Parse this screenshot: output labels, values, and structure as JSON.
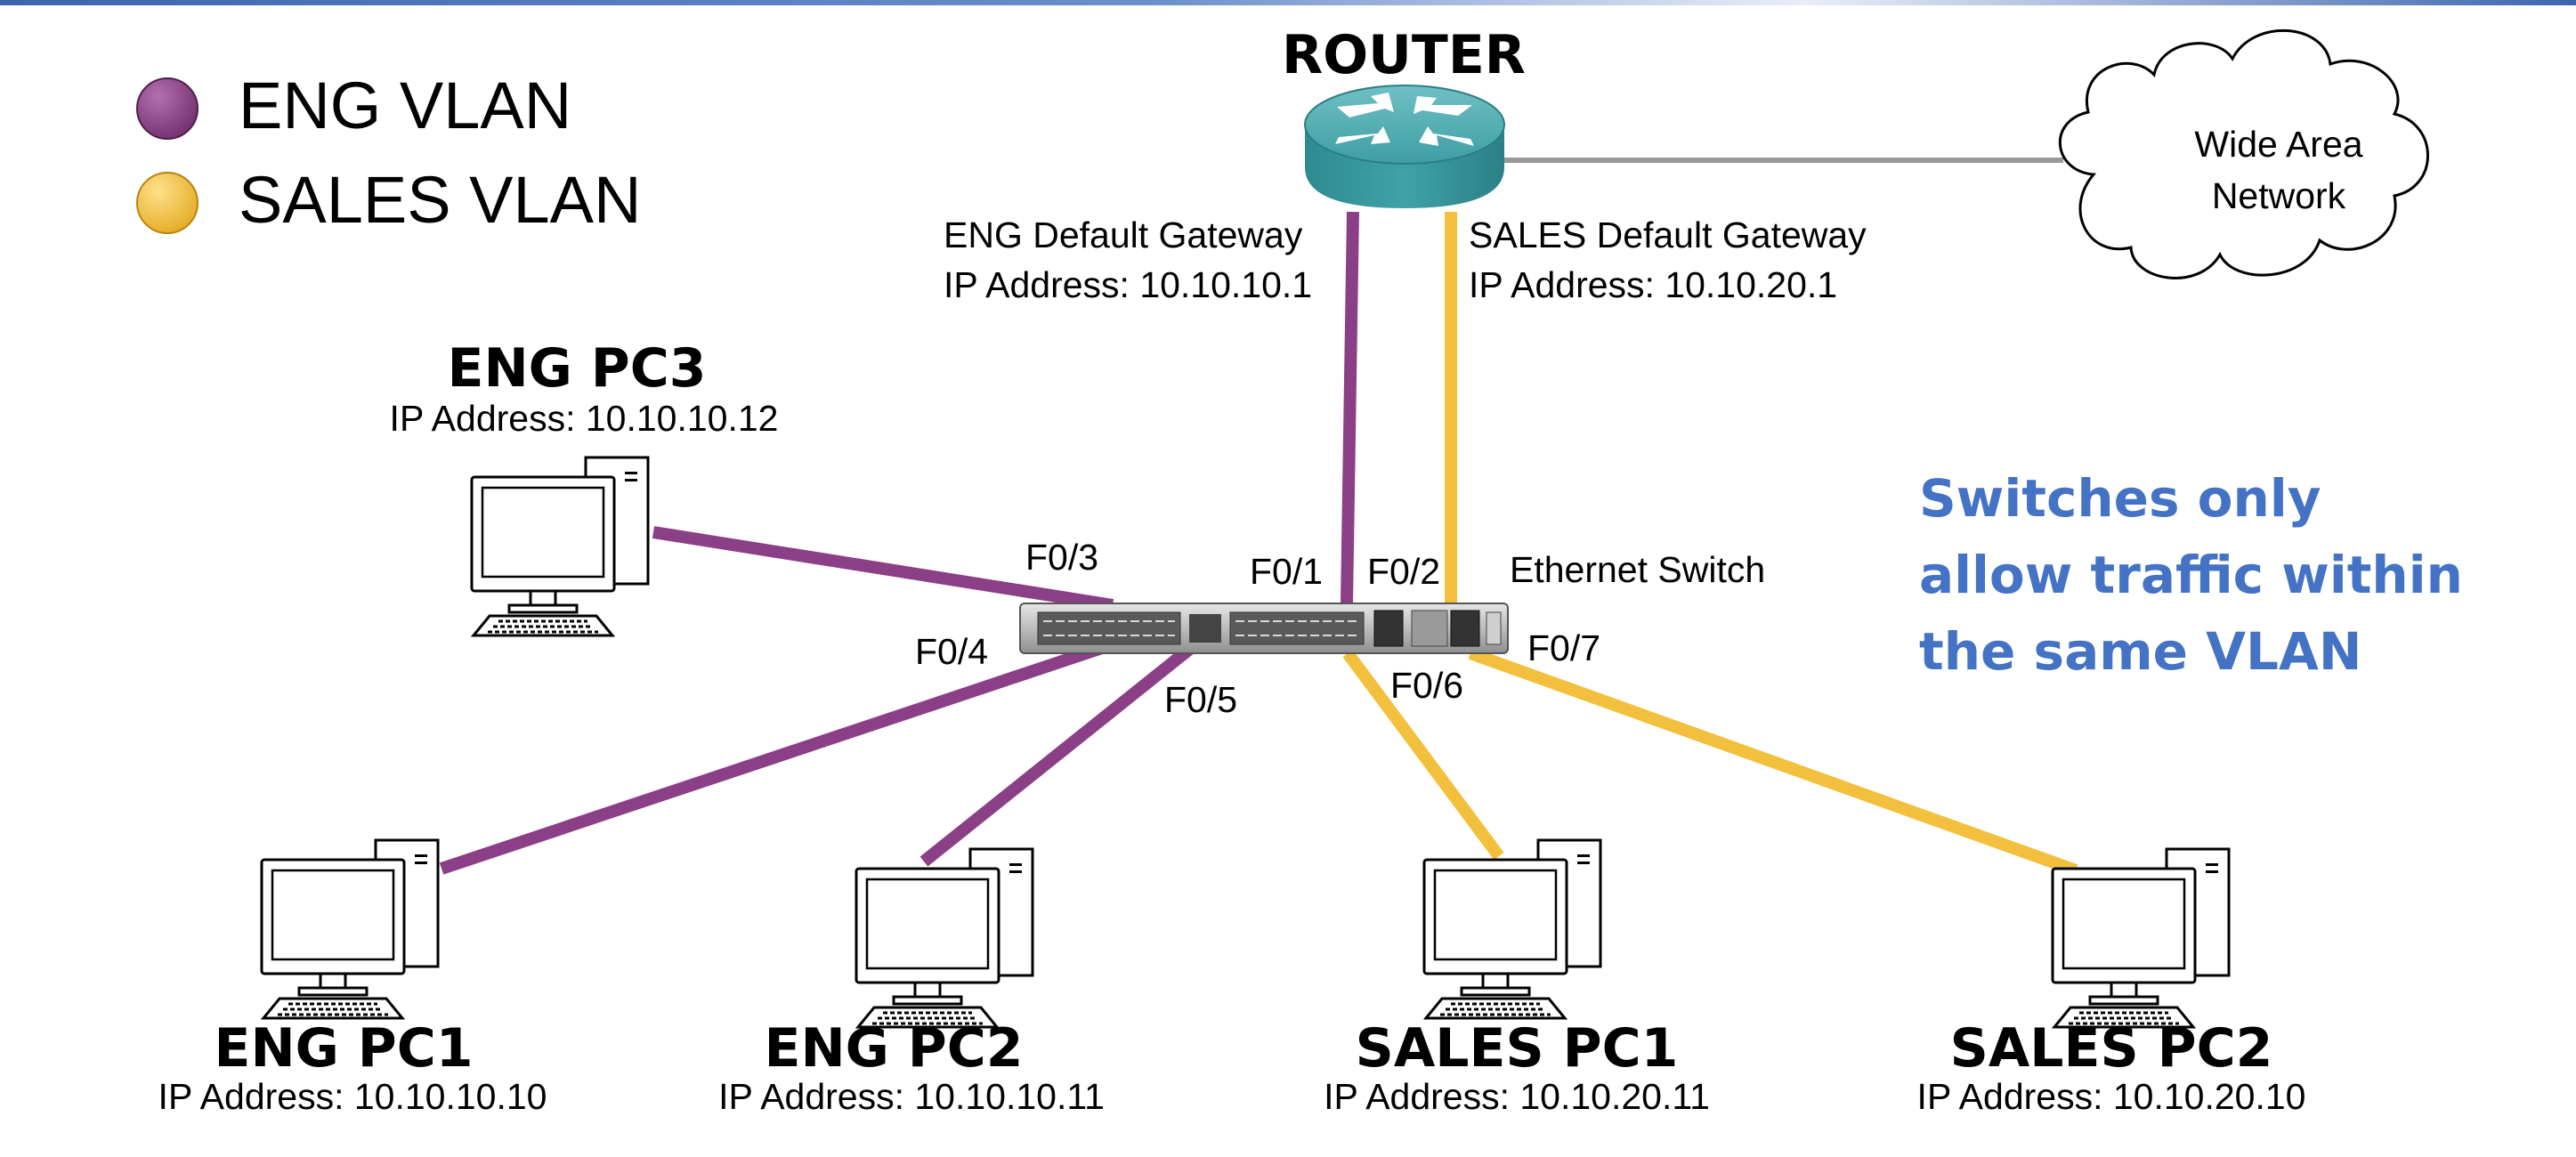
{
  "colors": {
    "eng_vlan": "#8B3F86",
    "sales_vlan": "#F2C03D",
    "note": "#4472C4",
    "top_bar": "#4A6FB5",
    "wan_link": "#999999"
  },
  "legend": {
    "items": [
      {
        "label": "ENG VLAN",
        "color": "#8B3F86"
      },
      {
        "label": "SALES VLAN",
        "color": "#F2C03D"
      }
    ]
  },
  "router": {
    "title": "ROUTER",
    "icon": "router-icon"
  },
  "wan": {
    "label_line1": "Wide Area",
    "label_line2": "Network",
    "icon": "cloud-icon"
  },
  "gateways": {
    "eng": {
      "line1": "ENG Default Gateway",
      "line2": "IP Address: 10.10.10.1"
    },
    "sales": {
      "line1": "SALES Default Gateway",
      "line2": "IP Address: 10.10.20.1"
    }
  },
  "switch": {
    "label": "Ethernet Switch",
    "icon": "switch-icon"
  },
  "ports": {
    "f01": "F0/1",
    "f02": "F0/2",
    "f03": "F0/3",
    "f04": "F0/4",
    "f05": "F0/5",
    "f06": "F0/6",
    "f07": "F0/7"
  },
  "pcs": {
    "eng_pc3": {
      "name": "ENG PC3",
      "ip": "IP Address: 10.10.10.12",
      "vlan": "eng"
    },
    "eng_pc1": {
      "name": "ENG PC1",
      "ip": "IP Address: 10.10.10.10",
      "vlan": "eng"
    },
    "eng_pc2": {
      "name": "ENG PC2",
      "ip": "IP Address: 10.10.10.11",
      "vlan": "eng"
    },
    "sales_pc1": {
      "name": "SALES PC1",
      "ip": "IP Address: 10.10.20.11",
      "vlan": "sales"
    },
    "sales_pc2": {
      "name": "SALES PC2",
      "ip": "IP Address: 10.10.20.10",
      "vlan": "sales"
    }
  },
  "note": {
    "line1": "Switches only",
    "line2": "allow traffic within",
    "line3": "the same VLAN"
  }
}
